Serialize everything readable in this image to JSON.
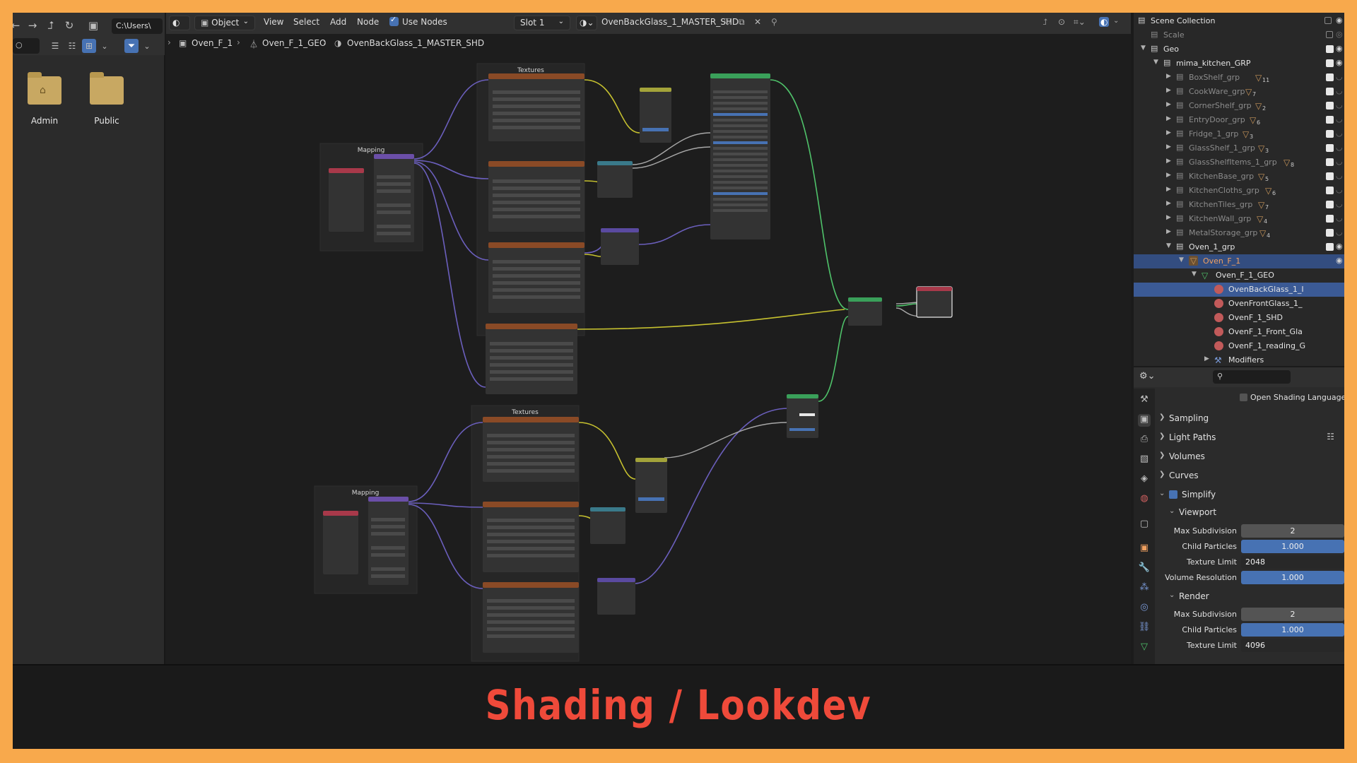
{
  "file_browser": {
    "path": "C:\\Users\\",
    "search_value": "",
    "folders": [
      {
        "label": "Admin"
      },
      {
        "label": "Public"
      }
    ]
  },
  "node_editor": {
    "header": {
      "mode": "Object",
      "menus": [
        "View",
        "Select",
        "Add",
        "Node"
      ],
      "use_nodes_label": "Use Nodes",
      "slot": "Slot 1",
      "material": "OvenBackGlass_1_MASTER_SHD"
    },
    "breadcrumb": [
      "Oven_F_1",
      "Oven_F_1_GEO",
      "OvenBackGlass_1_MASTER_SHD"
    ],
    "frames": [
      {
        "label": "Textures"
      },
      {
        "label": "Mapping"
      },
      {
        "label": "Textures"
      },
      {
        "label": "Mapping"
      }
    ]
  },
  "outliner": {
    "rows": [
      {
        "label": "Scene Collection",
        "type": "scene"
      },
      {
        "label": "Scale",
        "type": "collection",
        "dim": true
      },
      {
        "label": "Geo",
        "type": "collection"
      },
      {
        "label": "mima_kitchen_GRP",
        "type": "collection"
      },
      {
        "label": "BoxShelf_grp",
        "type": "collection",
        "dim": true,
        "count": "11"
      },
      {
        "label": "CookWare_grp",
        "type": "collection",
        "dim": true,
        "count": "7"
      },
      {
        "label": "CornerShelf_grp",
        "type": "collection",
        "dim": true,
        "count": "2"
      },
      {
        "label": "EntryDoor_grp",
        "type": "collection",
        "dim": true,
        "count": "6"
      },
      {
        "label": "Fridge_1_grp",
        "type": "collection",
        "dim": true,
        "count": "3"
      },
      {
        "label": "GlassShelf_1_grp",
        "type": "collection",
        "dim": true,
        "count": "3"
      },
      {
        "label": "GlassShelfItems_1_grp",
        "type": "collection",
        "dim": true,
        "count": "8"
      },
      {
        "label": "KitchenBase_grp",
        "type": "collection",
        "dim": true,
        "count": "5"
      },
      {
        "label": "KitchenCloths_grp",
        "type": "collection",
        "dim": true,
        "count": "6"
      },
      {
        "label": "KitchenTiles_grp",
        "type": "collection",
        "dim": true,
        "count": "7"
      },
      {
        "label": "KitchenWall_grp",
        "type": "collection",
        "dim": true,
        "count": "4"
      },
      {
        "label": "MetalStorage_grp",
        "type": "collection",
        "dim": true,
        "count": "4"
      },
      {
        "label": "Oven_1_grp",
        "type": "collection"
      },
      {
        "label": "Oven_F_1",
        "type": "object"
      },
      {
        "label": "Oven_F_1_GEO",
        "type": "mesh"
      },
      {
        "label": "OvenBackGlass_1_I",
        "type": "material"
      },
      {
        "label": "OvenFrontGlass_1_",
        "type": "material"
      },
      {
        "label": "OvenF_1_SHD",
        "type": "material"
      },
      {
        "label": "OvenF_1_Front_Gla",
        "type": "material"
      },
      {
        "label": "OvenF_1_reading_G",
        "type": "material"
      },
      {
        "label": "Modifiers",
        "type": "modifier"
      }
    ]
  },
  "properties": {
    "search_value": "",
    "open_shading_language": "Open Shading Language",
    "sections": [
      "Sampling",
      "Light Paths",
      "Volumes",
      "Curves"
    ],
    "simplify": {
      "label": "Simplify",
      "viewport": {
        "label": "Viewport",
        "max_subdivision_label": "Max Subdivision",
        "max_subdivision": "2",
        "child_particles_label": "Child Particles",
        "child_particles": "1.000",
        "texture_limit_label": "Texture Limit",
        "texture_limit": "2048",
        "volume_resolution_label": "Volume Resolution",
        "volume_resolution": "1.000"
      },
      "render": {
        "label": "Render",
        "max_subdivision_label": "Max Subdivision",
        "max_subdivision": "2",
        "child_particles_label": "Child Particles",
        "child_particles": "1.000",
        "texture_limit_label": "Texture Limit",
        "texture_limit": "4096"
      }
    }
  },
  "banner": {
    "title": "Shading / Lookdev",
    "color": "#ef4a3a"
  },
  "colors": {
    "border": "#f8a94c",
    "accent": "#4772b3",
    "selection": "#334d80"
  }
}
